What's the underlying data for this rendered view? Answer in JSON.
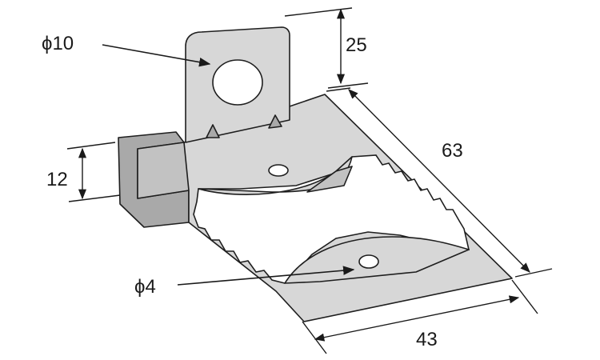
{
  "labels": {
    "hole_large": "ϕ10",
    "hole_small": "ϕ4",
    "tab_height": "25",
    "length": "63",
    "side_height": "12",
    "width": "43"
  }
}
